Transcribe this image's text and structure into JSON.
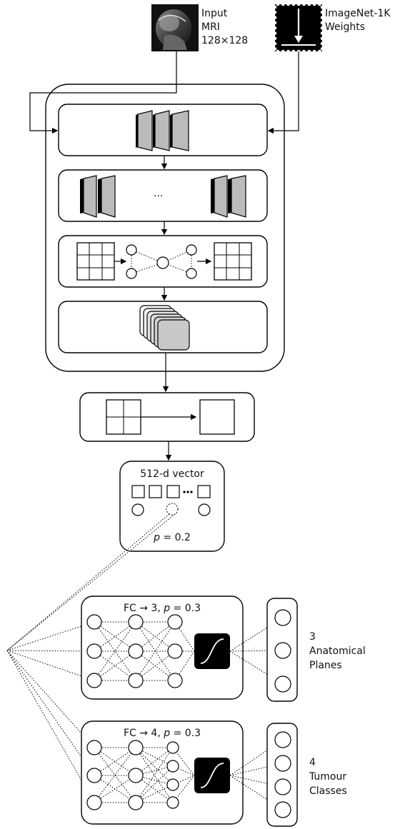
{
  "input": {
    "line1": "Input",
    "line2": "MRI",
    "line3": "128×128"
  },
  "weights": {
    "line1": "ImageNet-1K",
    "line2": "Weights"
  },
  "ellipsis": "···",
  "vector": {
    "title": "512-d vector",
    "dropout_p": "p",
    "dropout_rest": " = 0.2"
  },
  "head_planes": {
    "title_pre": "FC → 3, ",
    "title_p": "p",
    "title_post": " = 0.3",
    "out_line1": "3",
    "out_line2": "Anatomical",
    "out_line3": "Planes"
  },
  "head_tumour": {
    "title_pre": "FC → 4, ",
    "title_p": "p",
    "title_post": " = 0.3",
    "out_line1": "4",
    "out_line2": "Tumour",
    "out_line3": "Classes"
  }
}
